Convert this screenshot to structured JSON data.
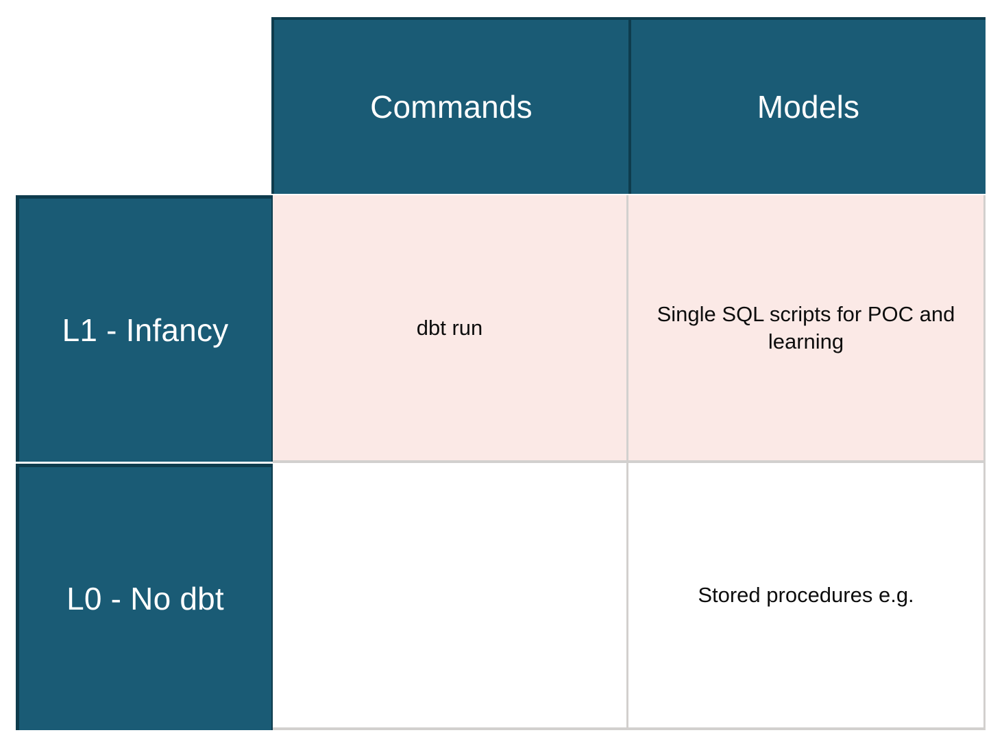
{
  "matrix": {
    "corner_label": "",
    "columns": [
      {
        "id": "commands",
        "label": "Commands"
      },
      {
        "id": "models",
        "label": "Models"
      }
    ],
    "rows": [
      {
        "id": "l1",
        "label": "L1 - Infancy",
        "highlight": true,
        "cells": {
          "commands": "dbt run",
          "models": "Single SQL scripts for POC and learning"
        }
      },
      {
        "id": "l0",
        "label": "L0 - No dbt",
        "highlight": false,
        "cells": {
          "commands": "",
          "models": "Stored procedures e.g."
        }
      }
    ]
  },
  "colors": {
    "header_teal": "#1A5B75",
    "header_teal_border": "#0E3C4D",
    "header_text": "#FFFFFF",
    "row_highlight_pink": "#FBE9E6",
    "row_plain_white": "#FFFFFF",
    "cell_border_gray": "#D2D0CE",
    "body_text": "#0D0D0D",
    "page_background": "#FFFFFF"
  }
}
